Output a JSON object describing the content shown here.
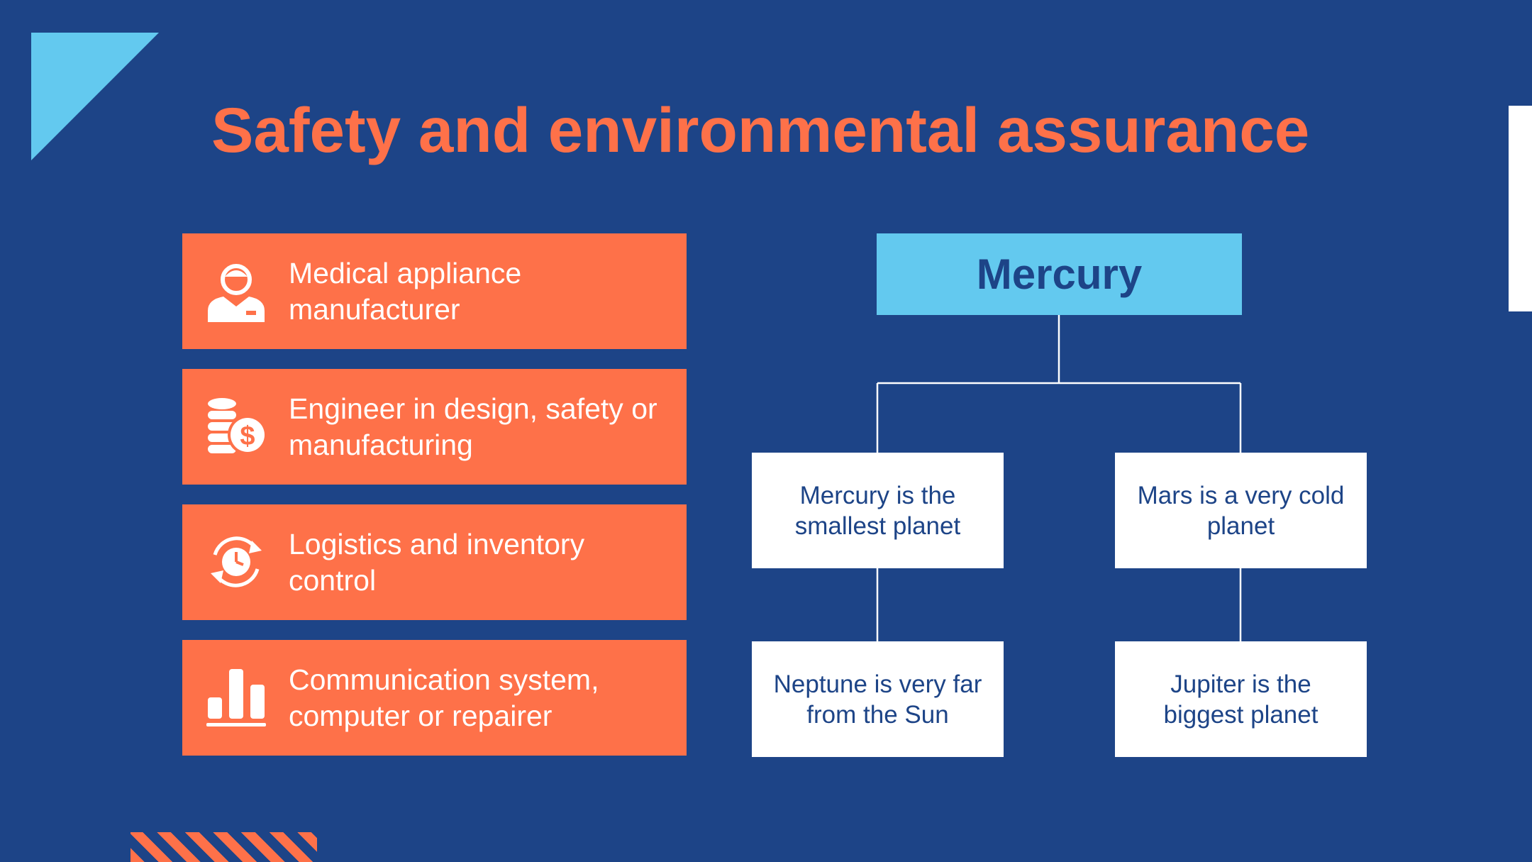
{
  "slide": {
    "title": "Safety and environmental assurance"
  },
  "cards": [
    {
      "icon": "person-icon",
      "text": "Medical appliance manufacturer"
    },
    {
      "icon": "coins-dollar-icon",
      "text": "Engineer in design, safety or manufacturing"
    },
    {
      "icon": "clock-refresh-icon",
      "text": "Logistics and inventory control"
    },
    {
      "icon": "bar-chart-icon",
      "text": "Communication system, computer or repairer"
    }
  ],
  "org_chart": {
    "root": "Mercury",
    "left_child": "Mercury is the smallest planet",
    "right_child": "Mars is a very cold planet",
    "left_grandchild": "Neptune is very far from the Sun",
    "right_grandchild": "Jupiter is the biggest planet"
  },
  "colors": {
    "background": "#1d4487",
    "accent_orange": "#fe7149",
    "accent_light_blue": "#63c9ef",
    "white": "#ffffff"
  }
}
